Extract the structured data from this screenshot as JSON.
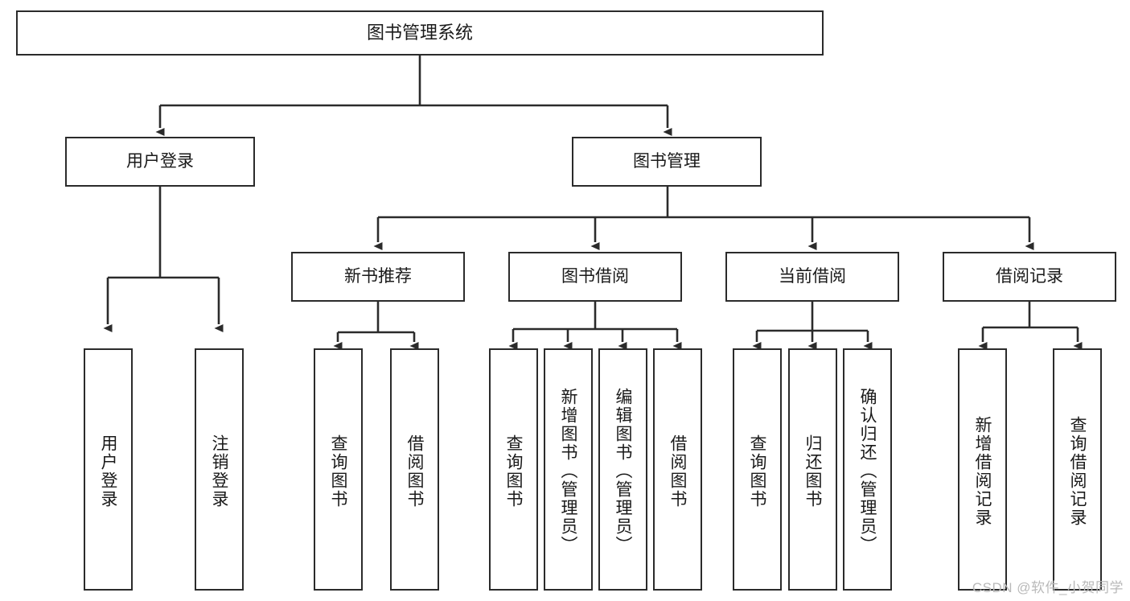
{
  "diagram": {
    "title": "图书管理系统",
    "type": "tree-hierarchy",
    "watermark": "CSDN @软件_小贺同学",
    "colors": {
      "box_border": "#2b2b2b",
      "box_fill": "#ffffff",
      "edge": "#2b2b2b",
      "text": "#1a1a1a",
      "watermark": "#b9b9b9"
    },
    "nodes": {
      "root": {
        "label": "图书管理系统"
      },
      "level2": [
        {
          "id": "user-login",
          "label": "用户登录"
        },
        {
          "id": "book-manage",
          "label": "图书管理"
        }
      ],
      "level3": [
        {
          "id": "new-book-recommend",
          "label": "新书推荐"
        },
        {
          "id": "book-borrow",
          "label": "图书借阅"
        },
        {
          "id": "current-borrow",
          "label": "当前借阅"
        },
        {
          "id": "borrow-record",
          "label": "借阅记录"
        }
      ],
      "leaves": {
        "user_login": [
          {
            "id": "leaf-user-login",
            "label": "用户登录"
          },
          {
            "id": "leaf-logout-login",
            "label": "注销登录"
          }
        ],
        "new_book_recommend": [
          {
            "id": "leaf-query-book-1",
            "label": "查询图书"
          },
          {
            "id": "leaf-borrow-book-1",
            "label": "借阅图书"
          }
        ],
        "book_borrow": [
          {
            "id": "leaf-query-book-2",
            "label": "查询图书"
          },
          {
            "id": "leaf-add-book",
            "label": "新增图书（管理员）"
          },
          {
            "id": "leaf-edit-book",
            "label": "编辑图书（管理员）"
          },
          {
            "id": "leaf-borrow-book-2",
            "label": "借阅图书"
          }
        ],
        "current_borrow": [
          {
            "id": "leaf-query-book-3",
            "label": "查询图书"
          },
          {
            "id": "leaf-return-book",
            "label": "归还图书"
          },
          {
            "id": "leaf-confirm-return",
            "label": "确认归还（管理员）"
          }
        ],
        "borrow_record": [
          {
            "id": "leaf-add-borrow-record",
            "label": "新增借阅记录"
          },
          {
            "id": "leaf-query-borrow-record",
            "label": "查询借阅记录"
          }
        ]
      }
    }
  }
}
